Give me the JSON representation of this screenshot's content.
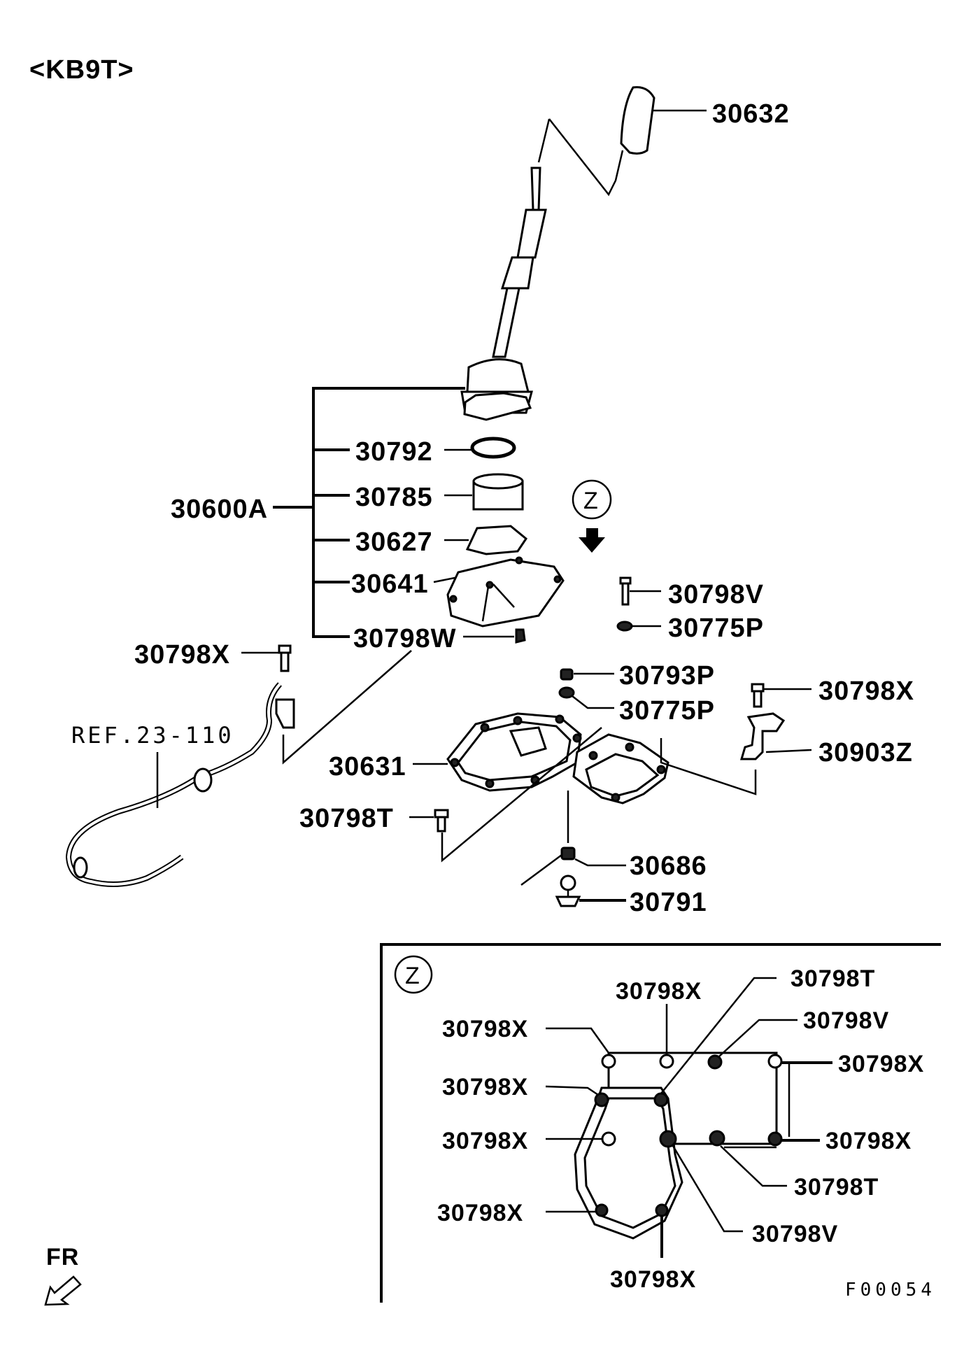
{
  "model_tag": "<KB9T>",
  "figure_code": "F00054",
  "direction_label": "FR",
  "detail_marker": "Z",
  "reference_label": "REF.23-110",
  "main_view": {
    "knob": "30632",
    "assembly": "30600A",
    "assembly_parts": [
      "30792",
      "30785",
      "30627",
      "30641",
      "30798W"
    ],
    "bolt_v": "30798V",
    "washer_p": "30775P",
    "bolt_x_left": "30798X",
    "nut_p": "30793P",
    "washer_p2": "30775P",
    "bolt_x_right": "30798X",
    "bracket": "30903Z",
    "housing": "30631",
    "bolt_t": "30798T",
    "pin": "30686",
    "ball": "30791"
  },
  "detail_view": {
    "labels": [
      "30798X",
      "30798T",
      "30798V",
      "30798X",
      "30798X",
      "30798X",
      "30798X",
      "30798X",
      "30798T",
      "30798X",
      "30798V",
      "30798X"
    ]
  }
}
